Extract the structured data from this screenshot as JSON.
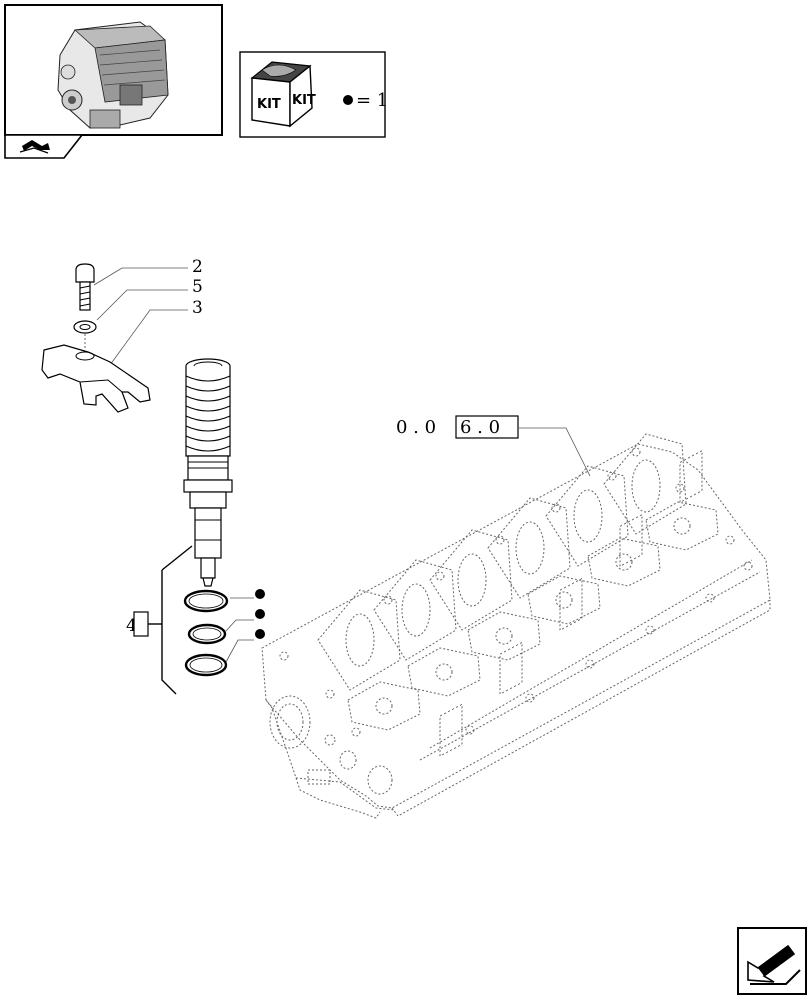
{
  "kit_legend": {
    "kit_left": "KIT",
    "kit_right": "KIT",
    "equals_text": "= 1"
  },
  "callouts": [
    {
      "id": "2",
      "label": "2"
    },
    {
      "id": "5",
      "label": "5"
    },
    {
      "id": "3",
      "label": "3"
    },
    {
      "id": "4",
      "label": "4"
    }
  ],
  "reference": {
    "code_prefix": "0 . 0",
    "code_boxed": "6 . 0"
  },
  "kit_markers": 3,
  "icons": {
    "engine_thumbnail": "engine-icon",
    "book_arrow": "book-arrow-icon",
    "kit_box": "kit-box-icon",
    "kit_dot": "kit-dot-icon",
    "next_page": "next-page-arrow-icon"
  }
}
